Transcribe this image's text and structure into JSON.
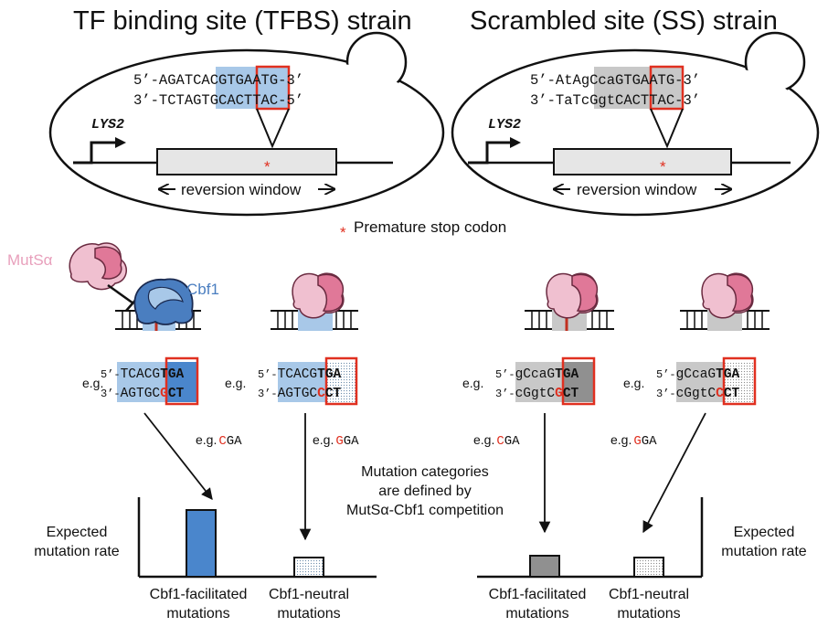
{
  "left": {
    "title": "TF binding site (TFBS) strain",
    "seq_top": [
      "5’-AGA",
      "TCACG",
      "TGA",
      "ATG-3’"
    ],
    "seq_bot": [
      "3’-TCT",
      "AGTGC",
      "ACT",
      "TAC-5’"
    ],
    "gene": "LYS2",
    "window": "reversion window",
    "mutsa": "MutSα",
    "cbf1": "Cbf1",
    "ex1": {
      "eg": "e.g.",
      "top": [
        "5’-",
        "TCACG",
        "TGA"
      ],
      "bot": [
        "3’-",
        "AGTGC",
        "G",
        "CT"
      ]
    },
    "ex2": {
      "eg": "e.g.",
      "top": [
        "5’-",
        "TCACG",
        "TGA"
      ],
      "bot": [
        "3’-",
        "AGTGC",
        "C",
        "CT"
      ]
    },
    "mut1": [
      "e.g.",
      "C",
      "GA"
    ],
    "mut2": [
      "e.g.",
      "G",
      "GA"
    ],
    "ylabel": [
      "Expected",
      "mutation rate"
    ],
    "cat1": [
      "Cbf1-facilitated",
      "mutations"
    ],
    "cat2": [
      "Cbf1-neutral",
      "mutations"
    ]
  },
  "right": {
    "title": "Scrambled site (SS) strain",
    "seq_top": [
      "5’-At",
      "AgCca",
      "GTGA",
      "ATG-3’"
    ],
    "seq_bot": [
      "3’-Ta",
      "TcGgt",
      "CACT",
      "TAC-3’"
    ],
    "gene": "LYS2",
    "window": "reversion window",
    "ex1": {
      "eg": "e.g.",
      "top": [
        "5’-",
        "gCcaG",
        "TGA"
      ],
      "bot": [
        "3’-",
        "cGgtC",
        "G",
        "CT"
      ]
    },
    "ex2": {
      "eg": "e.g.",
      "top": [
        "5’-",
        "gCcaG",
        "TGA"
      ],
      "bot": [
        "3’-",
        "cGgtC",
        "C",
        "CT"
      ]
    },
    "mut1": [
      "e.g.",
      "C",
      "GA"
    ],
    "mut2": [
      "e.g.",
      "G",
      "GA"
    ],
    "ylabel": [
      "Expected",
      "mutation rate"
    ],
    "cat1": [
      "Cbf1-facilitated",
      "mutations"
    ],
    "cat2": [
      "Cbf1-neutral",
      "mutations"
    ]
  },
  "stop_codon": {
    "star": "*",
    "label": "Premature stop codon"
  },
  "center_note": [
    "Mutation categories",
    "are defined by",
    "MutSα-Cbf1 competition"
  ],
  "colors": {
    "tfbs_blue": "#a8c8e8",
    "bar_blue": "#4a86cc",
    "scrambled_gray": "#c8c8c8",
    "bar_gray": "#909090",
    "highlight_red": "#e03020",
    "mutsa_pink": "#e07898",
    "cbf1_blue": "#4a7ec0"
  },
  "icons": [
    "cell-ellipse",
    "promoter-arrow",
    "mutsa-protein",
    "cbf1-protein",
    "dna-ladder"
  ]
}
